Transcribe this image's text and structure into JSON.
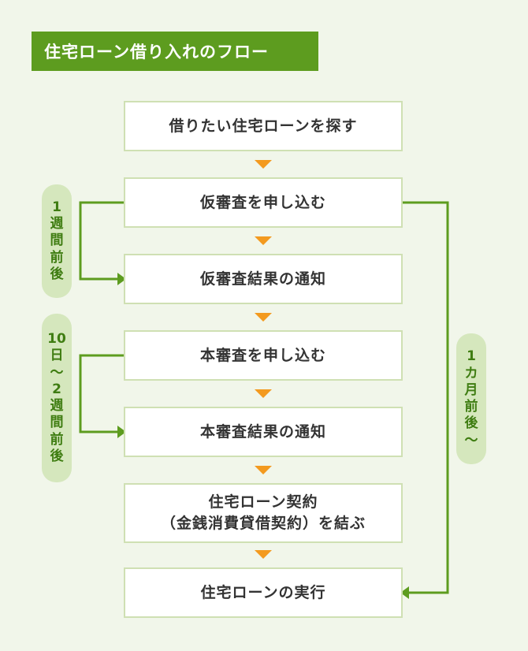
{
  "title": "住宅ローン借り入れのフロー",
  "steps": [
    {
      "label": "借りたい住宅ローンを探す"
    },
    {
      "label": "仮審査を申し込む"
    },
    {
      "label": "仮審査結果の通知"
    },
    {
      "label": "本審査を申し込む"
    },
    {
      "label": "本審査結果の通知"
    },
    {
      "line1": "住宅ローン契約",
      "line2": "（金銭消費貸借契約）を結ぶ"
    },
    {
      "label": "住宅ローンの実行"
    }
  ],
  "durations": {
    "pre_review": [
      "1",
      "週",
      "間",
      "前",
      "後"
    ],
    "main_review": [
      "10",
      "日",
      "～",
      "2",
      "週",
      "間",
      "前",
      "後"
    ],
    "overall": [
      "1",
      "カ",
      "月",
      "前",
      "後",
      "～"
    ]
  },
  "colors": {
    "accent": "#5d9c1f",
    "arrow": "#f39a1f",
    "box_border": "#cfe0b3",
    "pill": "#d5e7bd",
    "background": "#f1f6ea"
  }
}
